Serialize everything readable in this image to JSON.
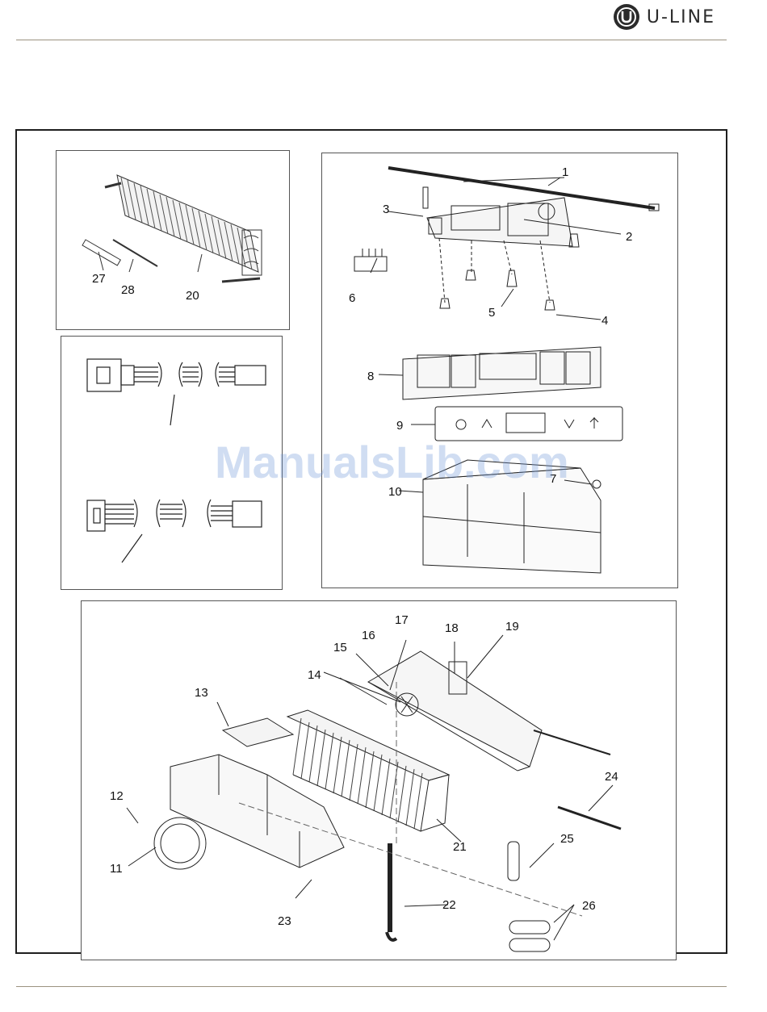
{
  "header": {
    "brand_name": "U-LINE",
    "logo_icon": "u-line-logo-icon",
    "rule_color": "#9b9280"
  },
  "watermark": "ManualsLib.com",
  "parts": {
    "evaporator_panel": [
      "27",
      "28",
      "20"
    ],
    "control_panel": [
      "1",
      "2",
      "3",
      "4",
      "5",
      "6",
      "7",
      "8",
      "9",
      "10"
    ],
    "fan_panel": [
      "11",
      "12",
      "13",
      "14",
      "15",
      "16",
      "17",
      "18",
      "19",
      "21",
      "22",
      "23",
      "24",
      "25",
      "26"
    ]
  }
}
